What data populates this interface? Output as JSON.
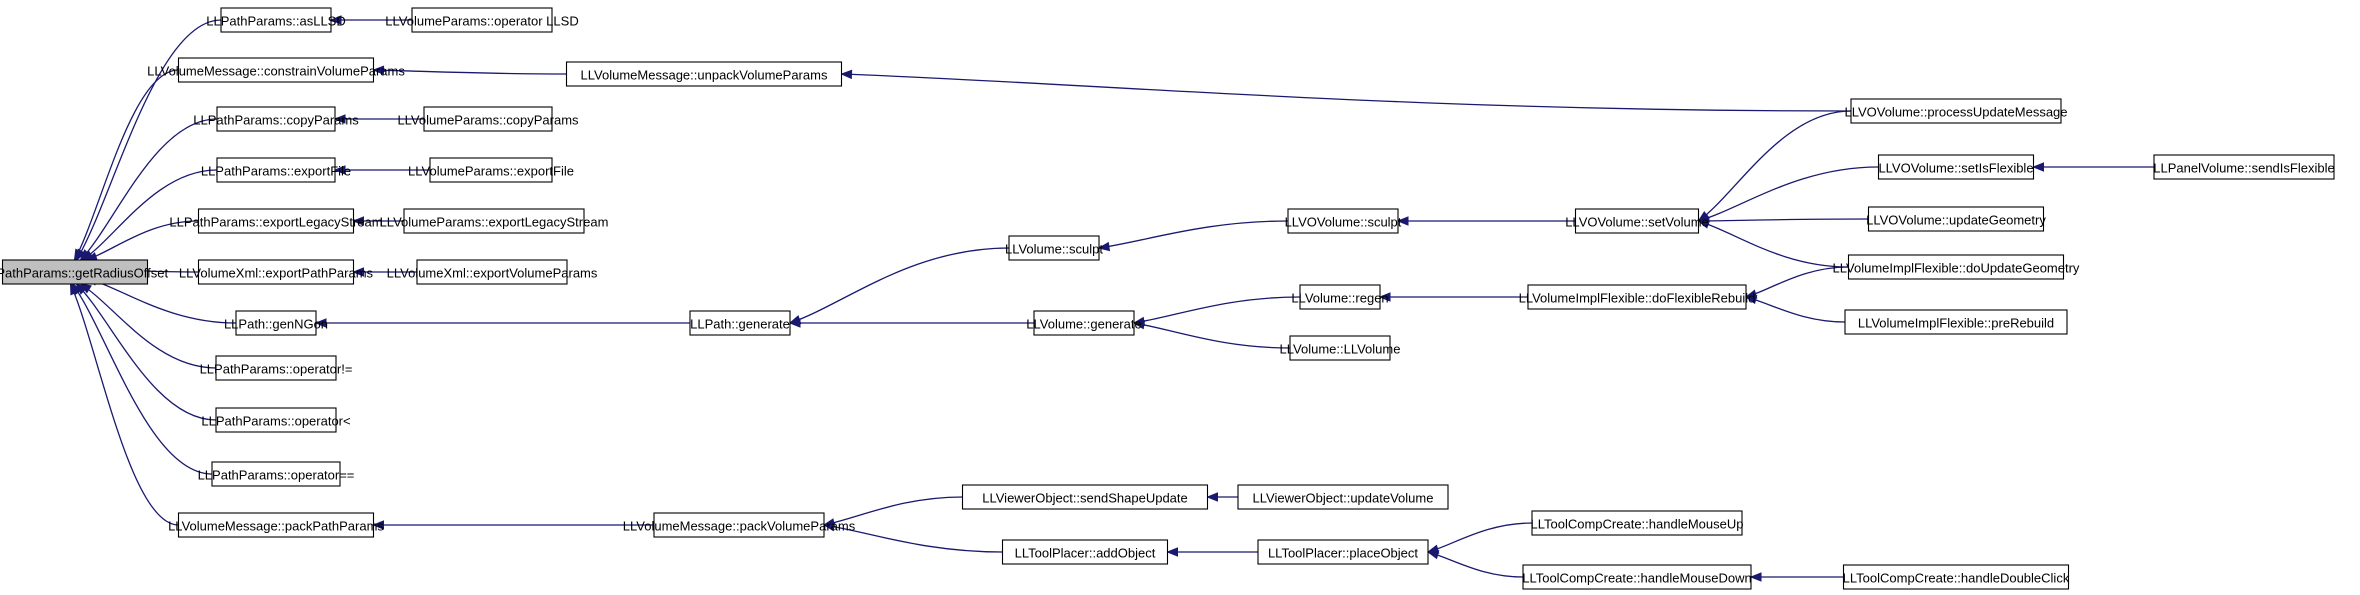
{
  "diagram": {
    "type": "call-graph",
    "colors": {
      "edge": "#191970",
      "node_border": "#000000",
      "node_fill": "#ffffff",
      "root_fill": "#bfbfbf"
    },
    "nodes": [
      {
        "id": "n0",
        "label": "LLPathParams::getRadiusOffset",
        "root": true
      },
      {
        "id": "n1",
        "label": "LLPathParams::asLLSD"
      },
      {
        "id": "n2",
        "label": "LLVolumeParams::operator LLSD"
      },
      {
        "id": "n3",
        "label": "LLVolumeMessage::constrainVolumeParams"
      },
      {
        "id": "n4",
        "label": "LLVolumeMessage::unpackVolumeParams"
      },
      {
        "id": "n5",
        "label": "LLVOVolume::processUpdateMessage"
      },
      {
        "id": "n6",
        "label": "LLPathParams::copyParams"
      },
      {
        "id": "n7",
        "label": "LLVolumeParams::copyParams"
      },
      {
        "id": "n8",
        "label": "LLPathParams::exportFile"
      },
      {
        "id": "n9",
        "label": "LLVolumeParams::exportFile"
      },
      {
        "id": "n10",
        "label": "LLPathParams::exportLegacyStream"
      },
      {
        "id": "n11",
        "label": "LLVolumeParams::exportLegacyStream"
      },
      {
        "id": "n12",
        "label": "LLVolumeXml::exportPathParams"
      },
      {
        "id": "n13",
        "label": "LLVolumeXml::exportVolumeParams"
      },
      {
        "id": "n14",
        "label": "LLPath::genNGon"
      },
      {
        "id": "n15",
        "label": "LLPath::generate"
      },
      {
        "id": "n16",
        "label": "LLVolume::sculpt"
      },
      {
        "id": "n17",
        "label": "LLVOVolume::sculpt"
      },
      {
        "id": "n18",
        "label": "LLVOVolume::setVolume"
      },
      {
        "id": "n19",
        "label": "LLVOVolume::setIsFlexible"
      },
      {
        "id": "n20",
        "label": "LLPanelVolume::sendIsFlexible"
      },
      {
        "id": "n21",
        "label": "LLVOVolume::updateGeometry"
      },
      {
        "id": "n22",
        "label": "LLVolumeImplFlexible::doUpdateGeometry"
      },
      {
        "id": "n23",
        "label": "LLVolume::generate"
      },
      {
        "id": "n24",
        "label": "LLVolume::regen"
      },
      {
        "id": "n25",
        "label": "LLVolumeImplFlexible::doFlexibleRebuild"
      },
      {
        "id": "n26",
        "label": "LLVolumeImplFlexible::preRebuild"
      },
      {
        "id": "n27",
        "label": "LLVolume::LLVolume"
      },
      {
        "id": "n28",
        "label": "LLPathParams::operator!="
      },
      {
        "id": "n29",
        "label": "LLPathParams::operator<"
      },
      {
        "id": "n30",
        "label": "LLPathParams::operator=="
      },
      {
        "id": "n31",
        "label": "LLVolumeMessage::packPathParams"
      },
      {
        "id": "n32",
        "label": "LLVolumeMessage::packVolumeParams"
      },
      {
        "id": "n33",
        "label": "LLViewerObject::sendShapeUpdate"
      },
      {
        "id": "n34",
        "label": "LLViewerObject::updateVolume"
      },
      {
        "id": "n35",
        "label": "LLToolPlacer::addObject"
      },
      {
        "id": "n36",
        "label": "LLToolPlacer::placeObject"
      },
      {
        "id": "n37",
        "label": "LLToolCompCreate::handleMouseUp"
      },
      {
        "id": "n38",
        "label": "LLToolCompCreate::handleMouseDown"
      },
      {
        "id": "n39",
        "label": "LLToolCompCreate::handleDoubleClick"
      }
    ],
    "edges": [
      {
        "from": "n1",
        "to": "n0"
      },
      {
        "from": "n3",
        "to": "n0"
      },
      {
        "from": "n6",
        "to": "n0"
      },
      {
        "from": "n8",
        "to": "n0"
      },
      {
        "from": "n10",
        "to": "n0"
      },
      {
        "from": "n12",
        "to": "n0"
      },
      {
        "from": "n14",
        "to": "n0"
      },
      {
        "from": "n28",
        "to": "n0"
      },
      {
        "from": "n29",
        "to": "n0"
      },
      {
        "from": "n30",
        "to": "n0"
      },
      {
        "from": "n31",
        "to": "n0"
      },
      {
        "from": "n2",
        "to": "n1"
      },
      {
        "from": "n4",
        "to": "n3"
      },
      {
        "from": "n5",
        "to": "n4"
      },
      {
        "from": "n7",
        "to": "n6"
      },
      {
        "from": "n9",
        "to": "n8"
      },
      {
        "from": "n11",
        "to": "n10"
      },
      {
        "from": "n13",
        "to": "n12"
      },
      {
        "from": "n15",
        "to": "n14"
      },
      {
        "from": "n16",
        "to": "n15"
      },
      {
        "from": "n23",
        "to": "n15"
      },
      {
        "from": "n17",
        "to": "n16"
      },
      {
        "from": "n18",
        "to": "n17"
      },
      {
        "from": "n5",
        "to": "n18"
      },
      {
        "from": "n19",
        "to": "n18"
      },
      {
        "from": "n21",
        "to": "n18"
      },
      {
        "from": "n22",
        "to": "n18"
      },
      {
        "from": "n20",
        "to": "n19"
      },
      {
        "from": "n24",
        "to": "n23"
      },
      {
        "from": "n27",
        "to": "n23"
      },
      {
        "from": "n25",
        "to": "n24"
      },
      {
        "from": "n22",
        "to": "n25"
      },
      {
        "from": "n26",
        "to": "n25"
      },
      {
        "from": "n32",
        "to": "n31"
      },
      {
        "from": "n33",
        "to": "n32"
      },
      {
        "from": "n35",
        "to": "n32"
      },
      {
        "from": "n34",
        "to": "n33"
      },
      {
        "from": "n36",
        "to": "n35"
      },
      {
        "from": "n37",
        "to": "n36"
      },
      {
        "from": "n38",
        "to": "n36"
      },
      {
        "from": "n39",
        "to": "n38"
      }
    ]
  }
}
